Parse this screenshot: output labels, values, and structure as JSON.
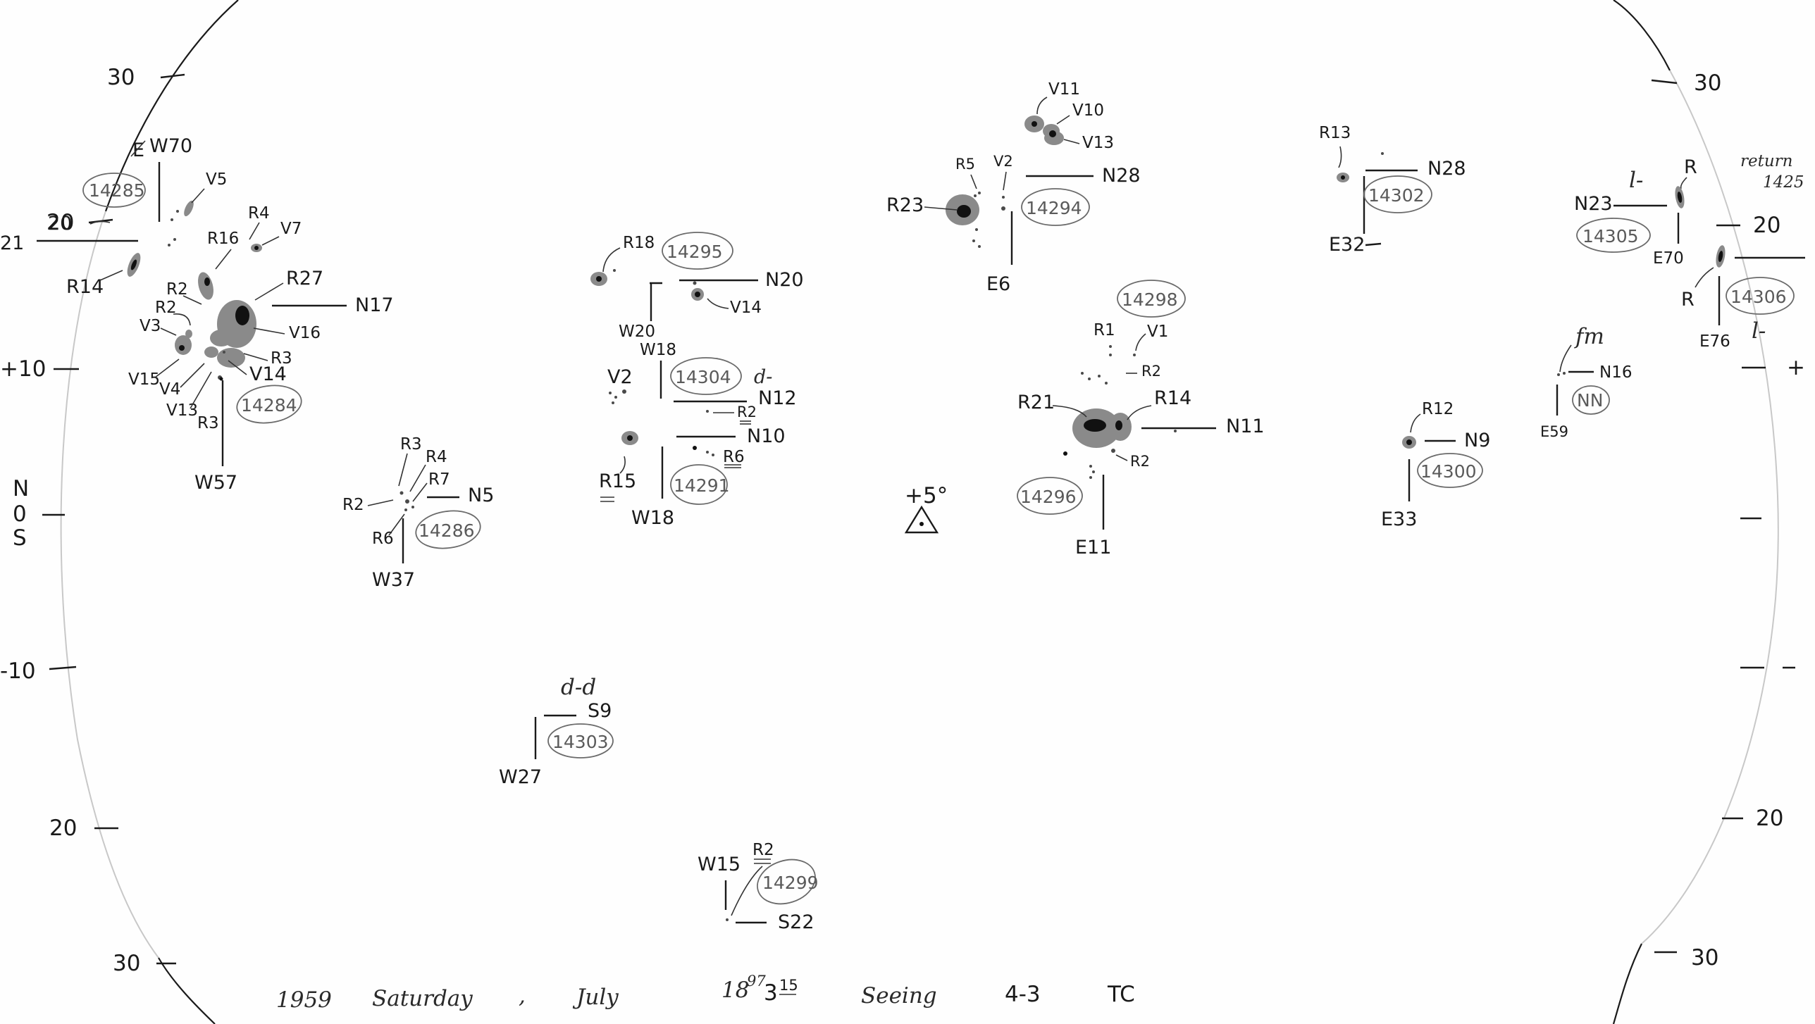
{
  "footer": {
    "year": "1959",
    "weekday": "Saturday",
    "month": "July",
    "day": "18",
    "day_fraction": "97",
    "time_hour": "3",
    "time_minutes": "15",
    "seeing_label": "Seeing",
    "seeing_value": "4-3",
    "observer": "TC"
  },
  "latitude_scale": {
    "left": [
      "30",
      "20",
      "+10",
      "N",
      "0",
      "S",
      "-10",
      "20",
      "30"
    ],
    "right": [
      "30",
      "20",
      "+",
      "30"
    ]
  },
  "orientation_mark": {
    "label": "+5°"
  },
  "margin_note": {
    "line1": "return",
    "line2": "1425"
  },
  "groups": {
    "g14285": {
      "number": "14285",
      "longitude_struck": "E",
      "longitude": "W70",
      "latitude": "20",
      "latitude_cut": "21",
      "labels": [
        "V5",
        "R4",
        "V7",
        "R16",
        "R14"
      ]
    },
    "g14284": {
      "number": "14284",
      "longitude": "W57",
      "latitude": "N17",
      "labels": [
        "R2",
        "R2",
        "V3",
        "R27",
        "V16",
        "R3",
        "V14",
        "V15",
        "V4",
        "V13",
        "R3"
      ]
    },
    "g14286": {
      "number": "14286",
      "longitude": "W37",
      "latitude": "N5",
      "labels": [
        "R3",
        "R4",
        "R7",
        "R2",
        "R6"
      ]
    },
    "g14295": {
      "number": "14295",
      "longitude": "W20",
      "latitude": "N20",
      "labels": [
        "R18",
        "V14"
      ]
    },
    "g14304": {
      "number": "14304",
      "longitude": "W18",
      "latitude": "N12",
      "class": "d-",
      "labels": [
        "V2",
        "R2"
      ]
    },
    "g14291": {
      "number": "14291",
      "longitude": "W18",
      "latitude": "N10",
      "labels": [
        "R15",
        "R6"
      ]
    },
    "g14303": {
      "number": "14303",
      "longitude": "W27",
      "latitude": "S9",
      "class": "d-d"
    },
    "g14299": {
      "number": "14299",
      "longitude": "W15",
      "latitude": "S22",
      "labels": [
        "R2"
      ]
    },
    "g14294": {
      "number": "14294",
      "longitude": "E6",
      "latitude": "N28",
      "labels": [
        "V11",
        "V10",
        "V13",
        "R5",
        "V2",
        "R23"
      ]
    },
    "g14298": {
      "number": "14298",
      "labels": [
        "R1",
        "V1",
        "R2"
      ]
    },
    "g14296": {
      "number": "14296",
      "longitude": "E11",
      "latitude": "N11",
      "labels": [
        "R21",
        "R14",
        "R2"
      ]
    },
    "g14302": {
      "number": "14302",
      "longitude": "E32",
      "latitude": "N28",
      "labels": [
        "R13"
      ]
    },
    "g14300": {
      "number": "14300",
      "longitude": "E33",
      "latitude": "N9",
      "labels": [
        "R12"
      ]
    },
    "gNN": {
      "number": "NN",
      "longitude": "E59",
      "latitude": "N16",
      "class": "fm"
    },
    "g14305": {
      "number": "14305",
      "longitude": "E70",
      "latitude": "N23",
      "class": "l-",
      "labels": [
        "R"
      ]
    },
    "g14306": {
      "number": "14306",
      "longitude": "E76",
      "latitude": "20",
      "class": "l-",
      "labels": [
        "R"
      ]
    }
  }
}
